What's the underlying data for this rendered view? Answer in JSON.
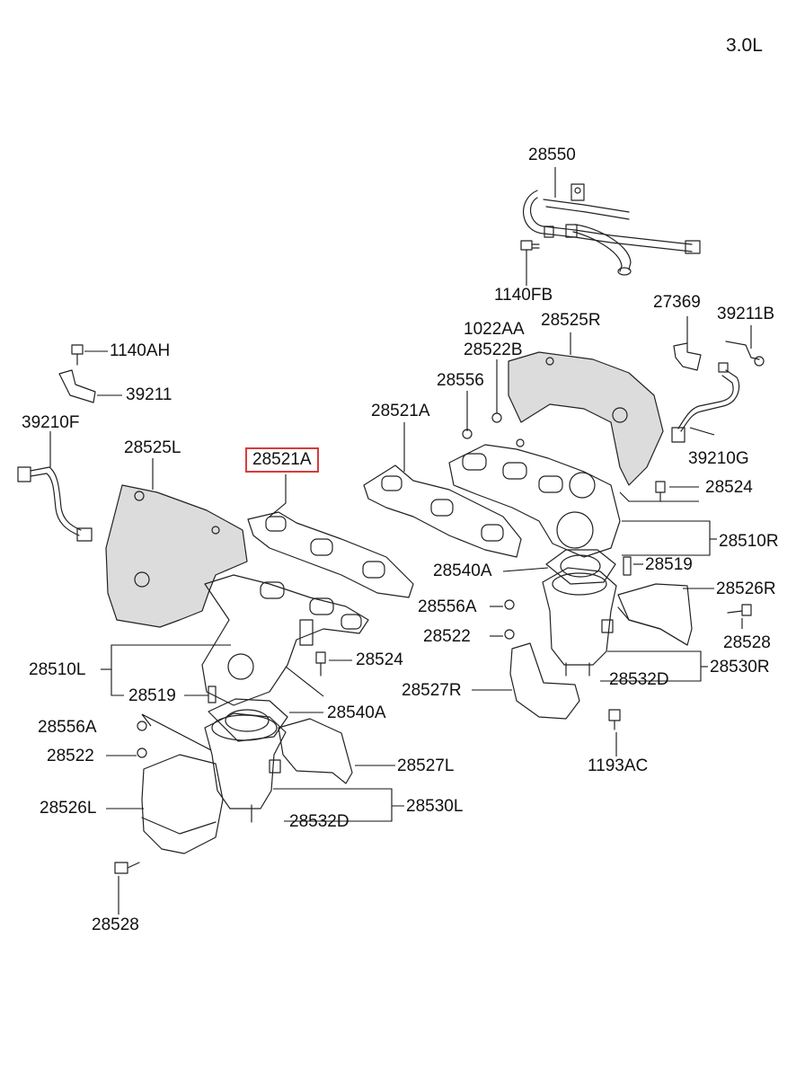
{
  "engine": "3.0L",
  "highlight_color": "#d63c3c",
  "labels": {
    "p28550": "28550",
    "p1140FB": "1140FB",
    "p27369": "27369",
    "p39211B": "39211B",
    "p1022AA": "1022AA",
    "p28525R": "28525R",
    "p28522B": "28522B",
    "p28556": "28556",
    "p28521A_r": "28521A",
    "p39210G": "39210G",
    "p28524_r": "28524",
    "p28510R": "28510R",
    "p28519_r": "28519",
    "p28540A_r": "28540A",
    "p28526R": "28526R",
    "p28556A_r": "28556A",
    "p28528_r": "28528",
    "p28522_r": "28522",
    "p28530R": "28530R",
    "p28532D_r": "28532D",
    "p28527R": "28527R",
    "p1193AC": "1193AC",
    "p1140AH": "1140AH",
    "p39211": "39211",
    "p39210F": "39210F",
    "p28525L": "28525L",
    "p28521A_l": "28521A",
    "p28524_l": "28524",
    "p28510L": "28510L",
    "p28519_l": "28519",
    "p28540A_l": "28540A",
    "p28556A_l": "28556A",
    "p28522_l": "28522",
    "p28527L": "28527L",
    "p28526L": "28526L",
    "p28530L": "28530L",
    "p28532D_l": "28532D",
    "p28528_l": "28528"
  }
}
